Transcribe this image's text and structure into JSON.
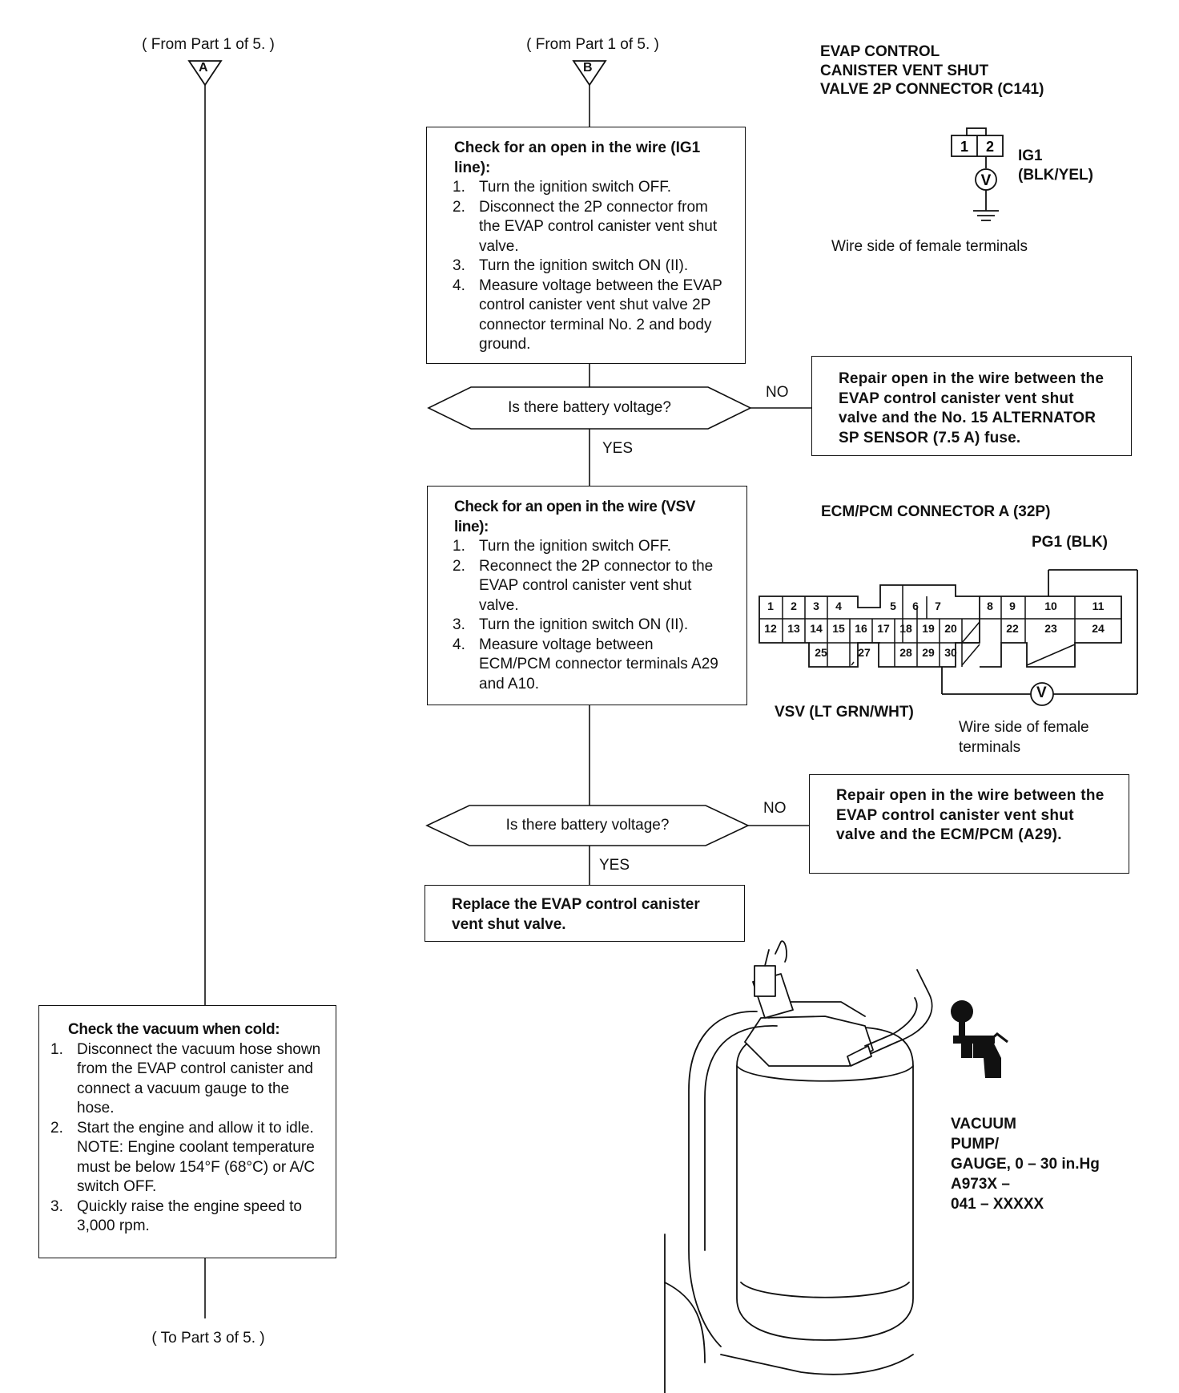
{
  "left_column": {
    "from_label": "( From Part 1 of 5. )",
    "connector_letter": "A",
    "box": {
      "title": "Check the vacuum when cold:",
      "steps": [
        {
          "num": "1.",
          "text": "Disconnect the vacuum hose shown from the EVAP control canister and connect a vacuum gauge to the hose."
        },
        {
          "num": "2.",
          "text": "Start the engine and allow it to idle.",
          "note": "NOTE: Engine coolant temperature must be below 154°F (68°C) or A/C switch OFF."
        },
        {
          "num": "3.",
          "text": "Quickly raise the engine speed to 3,000 rpm."
        }
      ]
    },
    "to_label": "( To Part 3 of 5. )"
  },
  "middle_column": {
    "from_label": "( From Part 1 of 5. )",
    "connector_letter": "B",
    "box1": {
      "title": "Check for an open in the wire (IG1 line):",
      "steps": [
        {
          "num": "1.",
          "text": "Turn the ignition switch OFF."
        },
        {
          "num": "2.",
          "text": "Disconnect the 2P connector from the EVAP control canister vent shut valve."
        },
        {
          "num": "3.",
          "text": "Turn the ignition switch ON (II)."
        },
        {
          "num": "4.",
          "text": "Measure voltage between the EVAP control canister vent shut valve 2P connector terminal No. 2 and body ground."
        }
      ]
    },
    "decision1": {
      "question": "Is there battery voltage?",
      "no_label": "NO",
      "yes_label": "YES"
    },
    "no_box1": "Repair open in the wire between the EVAP control canister vent shut valve and the No. 15 ALTERNATOR SP SENSOR (7.5 A) fuse.",
    "box2": {
      "title": "Check for an open in the wire (VSV line):",
      "steps": [
        {
          "num": "1.",
          "text": "Turn the ignition switch OFF."
        },
        {
          "num": "2.",
          "text": "Reconnect the 2P connector to the EVAP control canister vent shut valve."
        },
        {
          "num": "3.",
          "text": "Turn the ignition switch ON (II)."
        },
        {
          "num": "4.",
          "text": "Measure voltage between ECM/PCM connector terminals A29 and A10."
        }
      ]
    },
    "decision2": {
      "question": "Is there battery voltage?",
      "no_label": "NO",
      "yes_label": "YES"
    },
    "no_box2": "Repair open in the wire between the EVAP control canister vent shut valve and the ECM/PCM (A29).",
    "final_box": "Replace the EVAP control canister vent shut valve."
  },
  "connector1": {
    "title_lines": [
      "EVAP CONTROL",
      "CANISTER VENT SHUT",
      "VALVE 2P CONNECTOR (C141)"
    ],
    "pins": [
      "1",
      "2"
    ],
    "meter_symbol": "V",
    "wire_label_lines": [
      "IG1",
      "(BLK/YEL)"
    ],
    "caption": "Wire side of female terminals"
  },
  "connector2": {
    "title": "ECM/PCM CONNECTOR A (32P)",
    "pg1_label": "PG1 (BLK)",
    "row1": [
      "1",
      "2",
      "3",
      "4",
      "5",
      "6",
      "7",
      "8",
      "9",
      "10",
      "11"
    ],
    "row2": [
      "12",
      "13",
      "14",
      "15",
      "16",
      "17",
      "18",
      "19",
      "20",
      "22",
      "23",
      "24"
    ],
    "row3": [
      "25",
      "27",
      "28",
      "29",
      "30"
    ],
    "meter_symbol": "V",
    "vsv_label": "VSV (LT GRN/WHT)",
    "caption_lines": [
      "Wire side of female",
      "terminals"
    ]
  },
  "tool_label_lines": [
    "VACUUM",
    "PUMP/",
    "GAUGE, 0 – 30 in.Hg",
    "A973X –",
    "041 – XXXXX"
  ]
}
